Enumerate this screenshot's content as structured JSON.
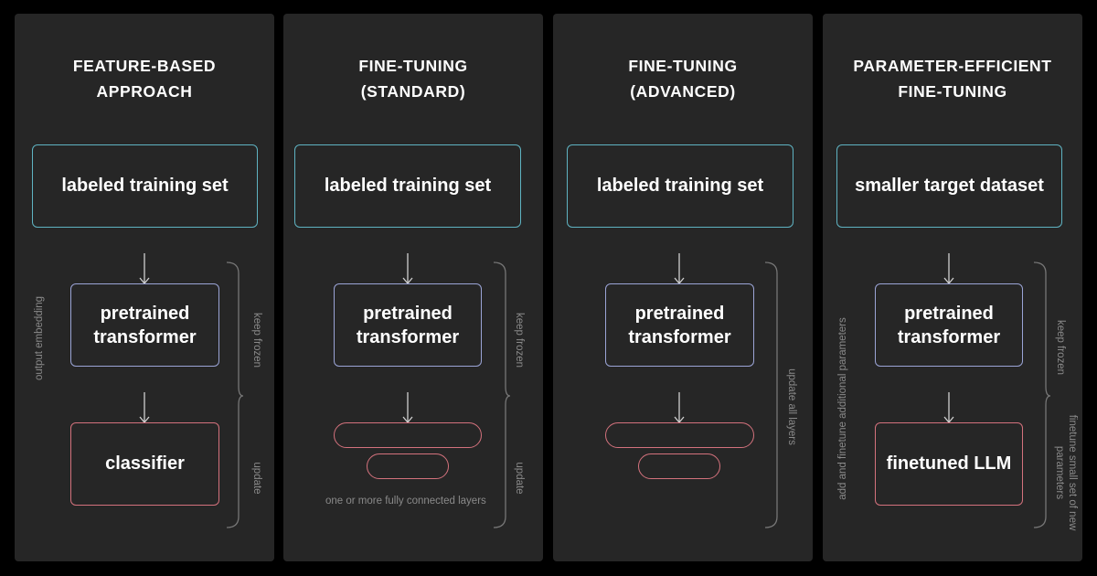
{
  "panels": [
    {
      "title_lines": [
        "FEATURE-BASED",
        "APPROACH"
      ],
      "data_box": "labeled training set",
      "model_lines": [
        "pretrained",
        "transformer"
      ],
      "update_box": "classifier",
      "side_label": "output embedding",
      "brace_labels": [
        "keep frozen",
        "update"
      ]
    },
    {
      "title_lines": [
        "FINE-TUNING",
        "(STANDARD)"
      ],
      "data_box": "labeled training set",
      "model_lines": [
        "pretrained",
        "transformer"
      ],
      "note": "one or more fully connected layers",
      "brace_labels": [
        "keep frozen",
        "update"
      ]
    },
    {
      "title_lines": [
        "FINE-TUNING",
        "(ADVANCED)"
      ],
      "data_box": "labeled training set",
      "model_lines": [
        "pretrained",
        "transformer"
      ],
      "brace_labels": [
        "update all layers"
      ]
    },
    {
      "title_lines": [
        "PARAMETER-EFFICIENT",
        "FINE-TUNING"
      ],
      "data_box": "smaller target dataset",
      "model_lines": [
        "pretrained",
        "transformer"
      ],
      "update_box": "finetuned LLM",
      "side_label": "add and finetune additional parameters",
      "brace_labels": [
        "keep frozen"
      ],
      "brace_label_lines": [
        "finetune small set of new",
        "parameters"
      ]
    }
  ],
  "colors": {
    "background": "#000000",
    "panel": "#262626",
    "data_border": "#5fb3c2",
    "model_border": "#9ba4d6",
    "update_border": "#d4727d",
    "annotation": "#8a8a8a"
  }
}
